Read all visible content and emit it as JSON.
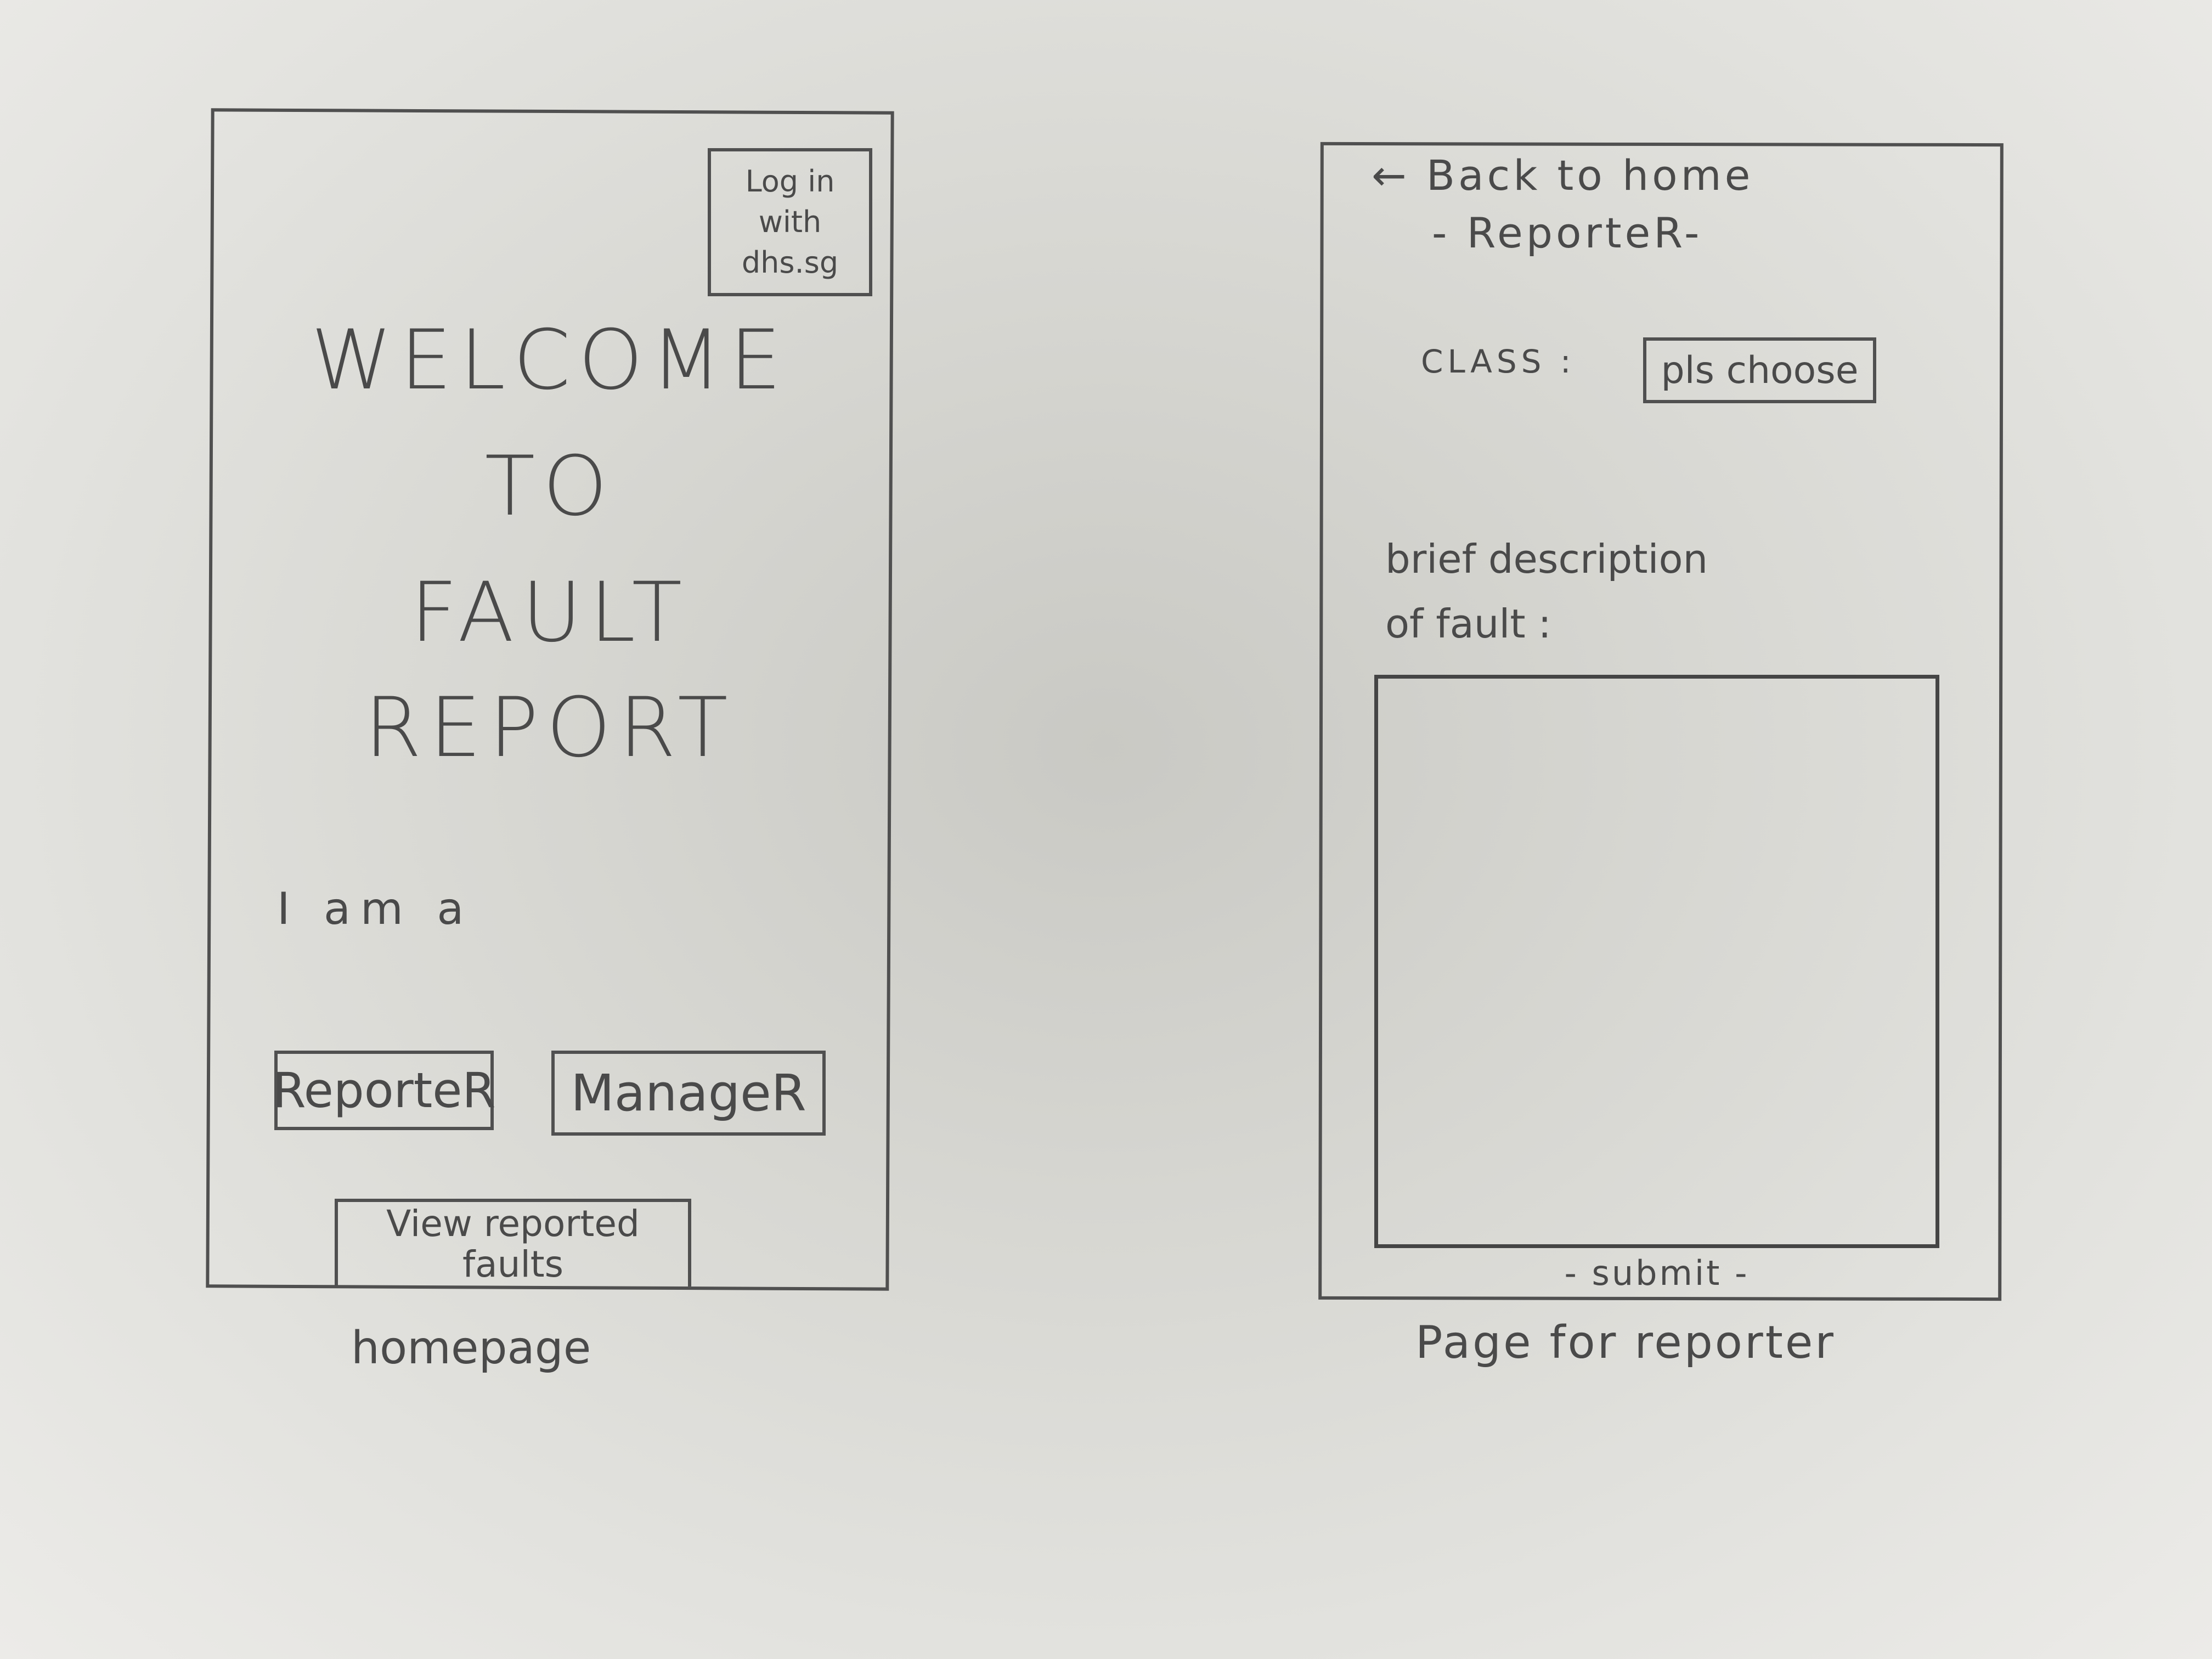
{
  "homepage": {
    "login_button": {
      "line1": "Log in",
      "line2": "with",
      "line3": "dhs.sg"
    },
    "welcome": {
      "line1": "WELCOME",
      "line2": "TO",
      "line3": "FAULT",
      "line4": "REPORT"
    },
    "role_prompt": "I am a",
    "reporter_button": "ReporteR",
    "manager_button": "ManageR",
    "view_faults_button": {
      "line1": "View reported",
      "line2": "faults"
    },
    "caption": "homepage"
  },
  "reporter_page": {
    "back_link": "← Back to home",
    "title": "- ReporteR-",
    "class_label": "CLASS :",
    "class_select_value": "pls choose",
    "description_label": {
      "line1": "brief description",
      "line2": "of fault :"
    },
    "description_value": "",
    "submit_button": "- submit -",
    "caption": "Page for reporter"
  }
}
